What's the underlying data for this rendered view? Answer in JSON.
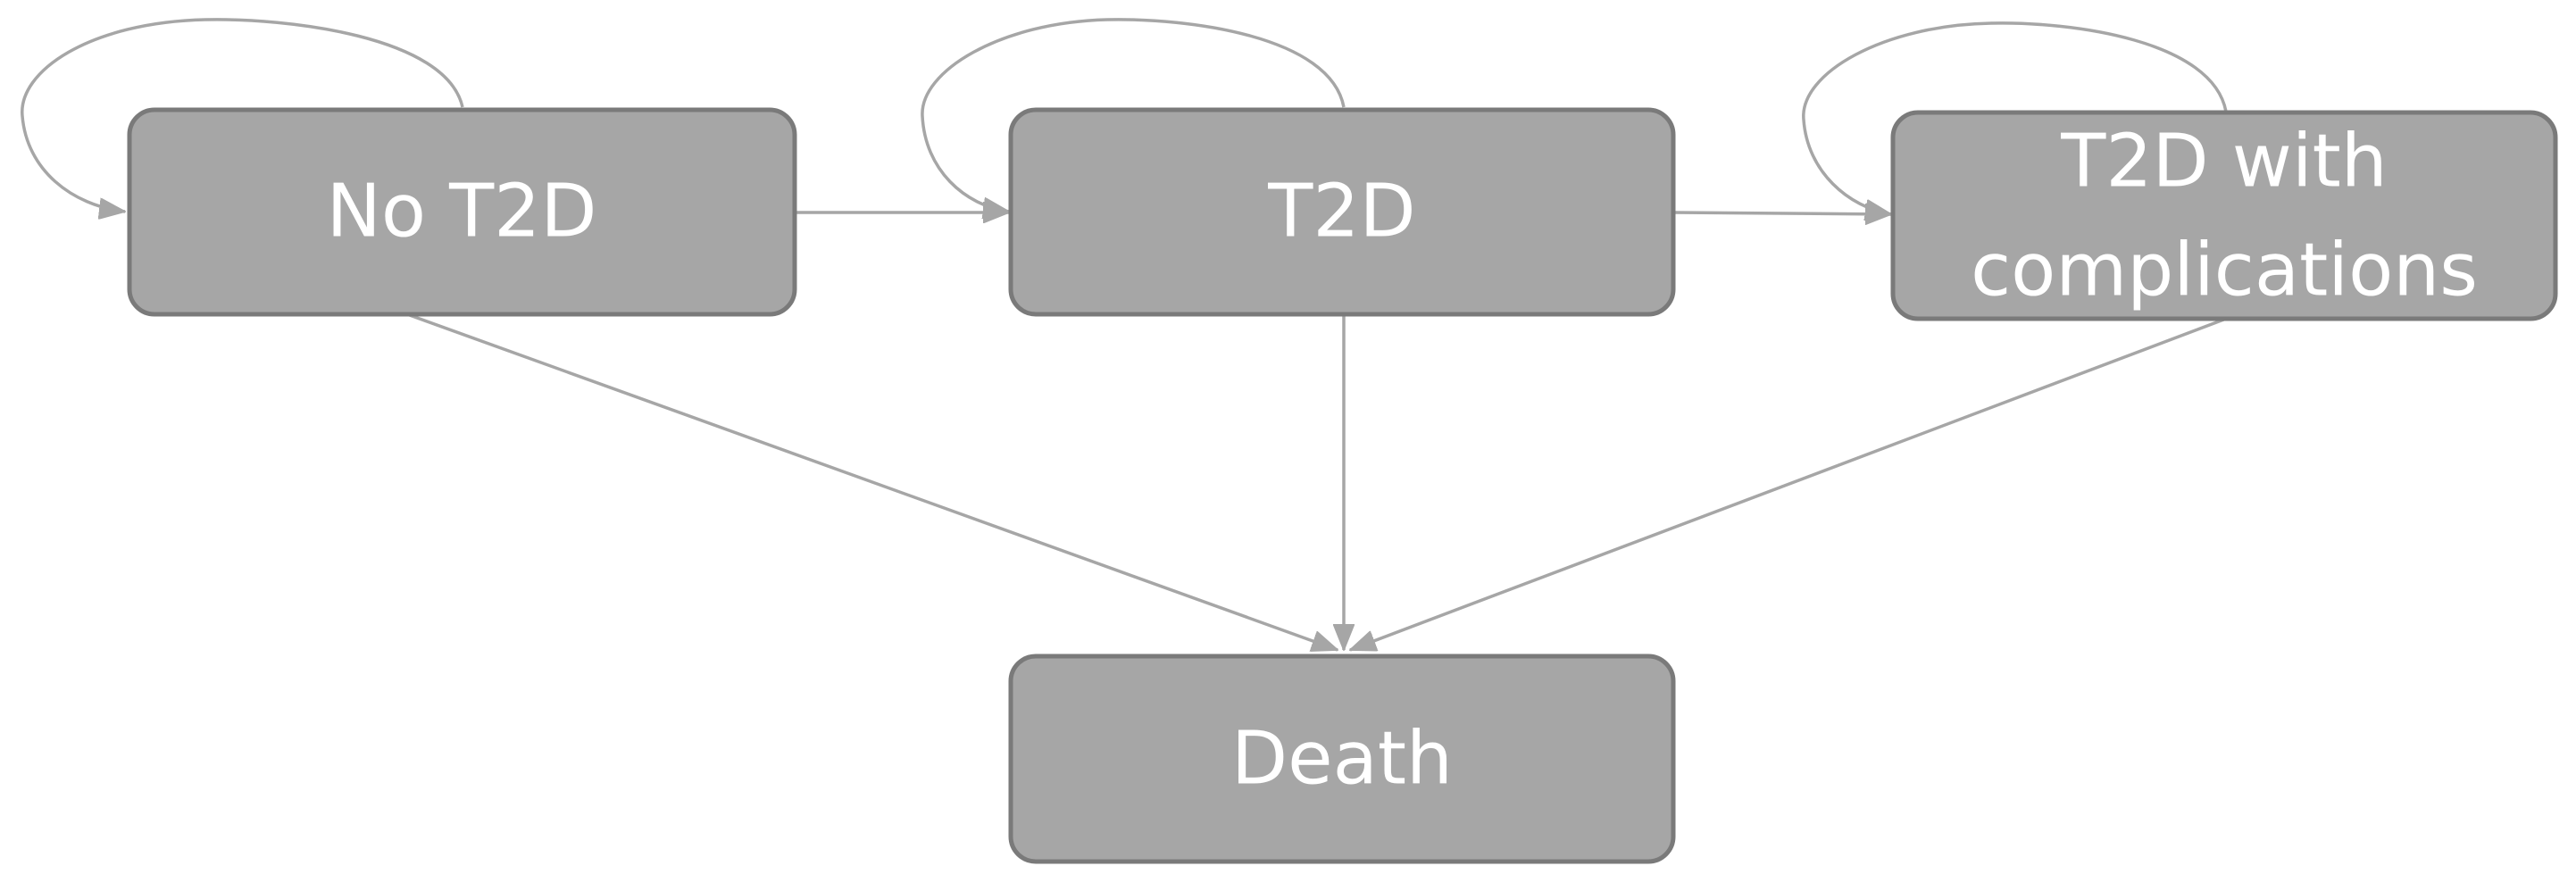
{
  "diagram": {
    "colors": {
      "node_fill": "#a6a6a6",
      "node_border": "#7a7a7a",
      "node_text": "#ffffff",
      "edge": "#a6a6a6"
    },
    "nodes": {
      "no_t2d": {
        "label": "No T2D"
      },
      "t2d": {
        "label": "T2D"
      },
      "t2d_complications": {
        "line1": "T2D with",
        "line2": "complications"
      },
      "death": {
        "label": "Death"
      }
    },
    "edges": [
      {
        "from": "No T2D",
        "to": "No T2D"
      },
      {
        "from": "No T2D",
        "to": "T2D"
      },
      {
        "from": "No T2D",
        "to": "Death"
      },
      {
        "from": "T2D",
        "to": "T2D"
      },
      {
        "from": "T2D",
        "to": "T2D with complications"
      },
      {
        "from": "T2D",
        "to": "Death"
      },
      {
        "from": "T2D with complications",
        "to": "T2D with complications"
      },
      {
        "from": "T2D with complications",
        "to": "Death"
      }
    ]
  }
}
